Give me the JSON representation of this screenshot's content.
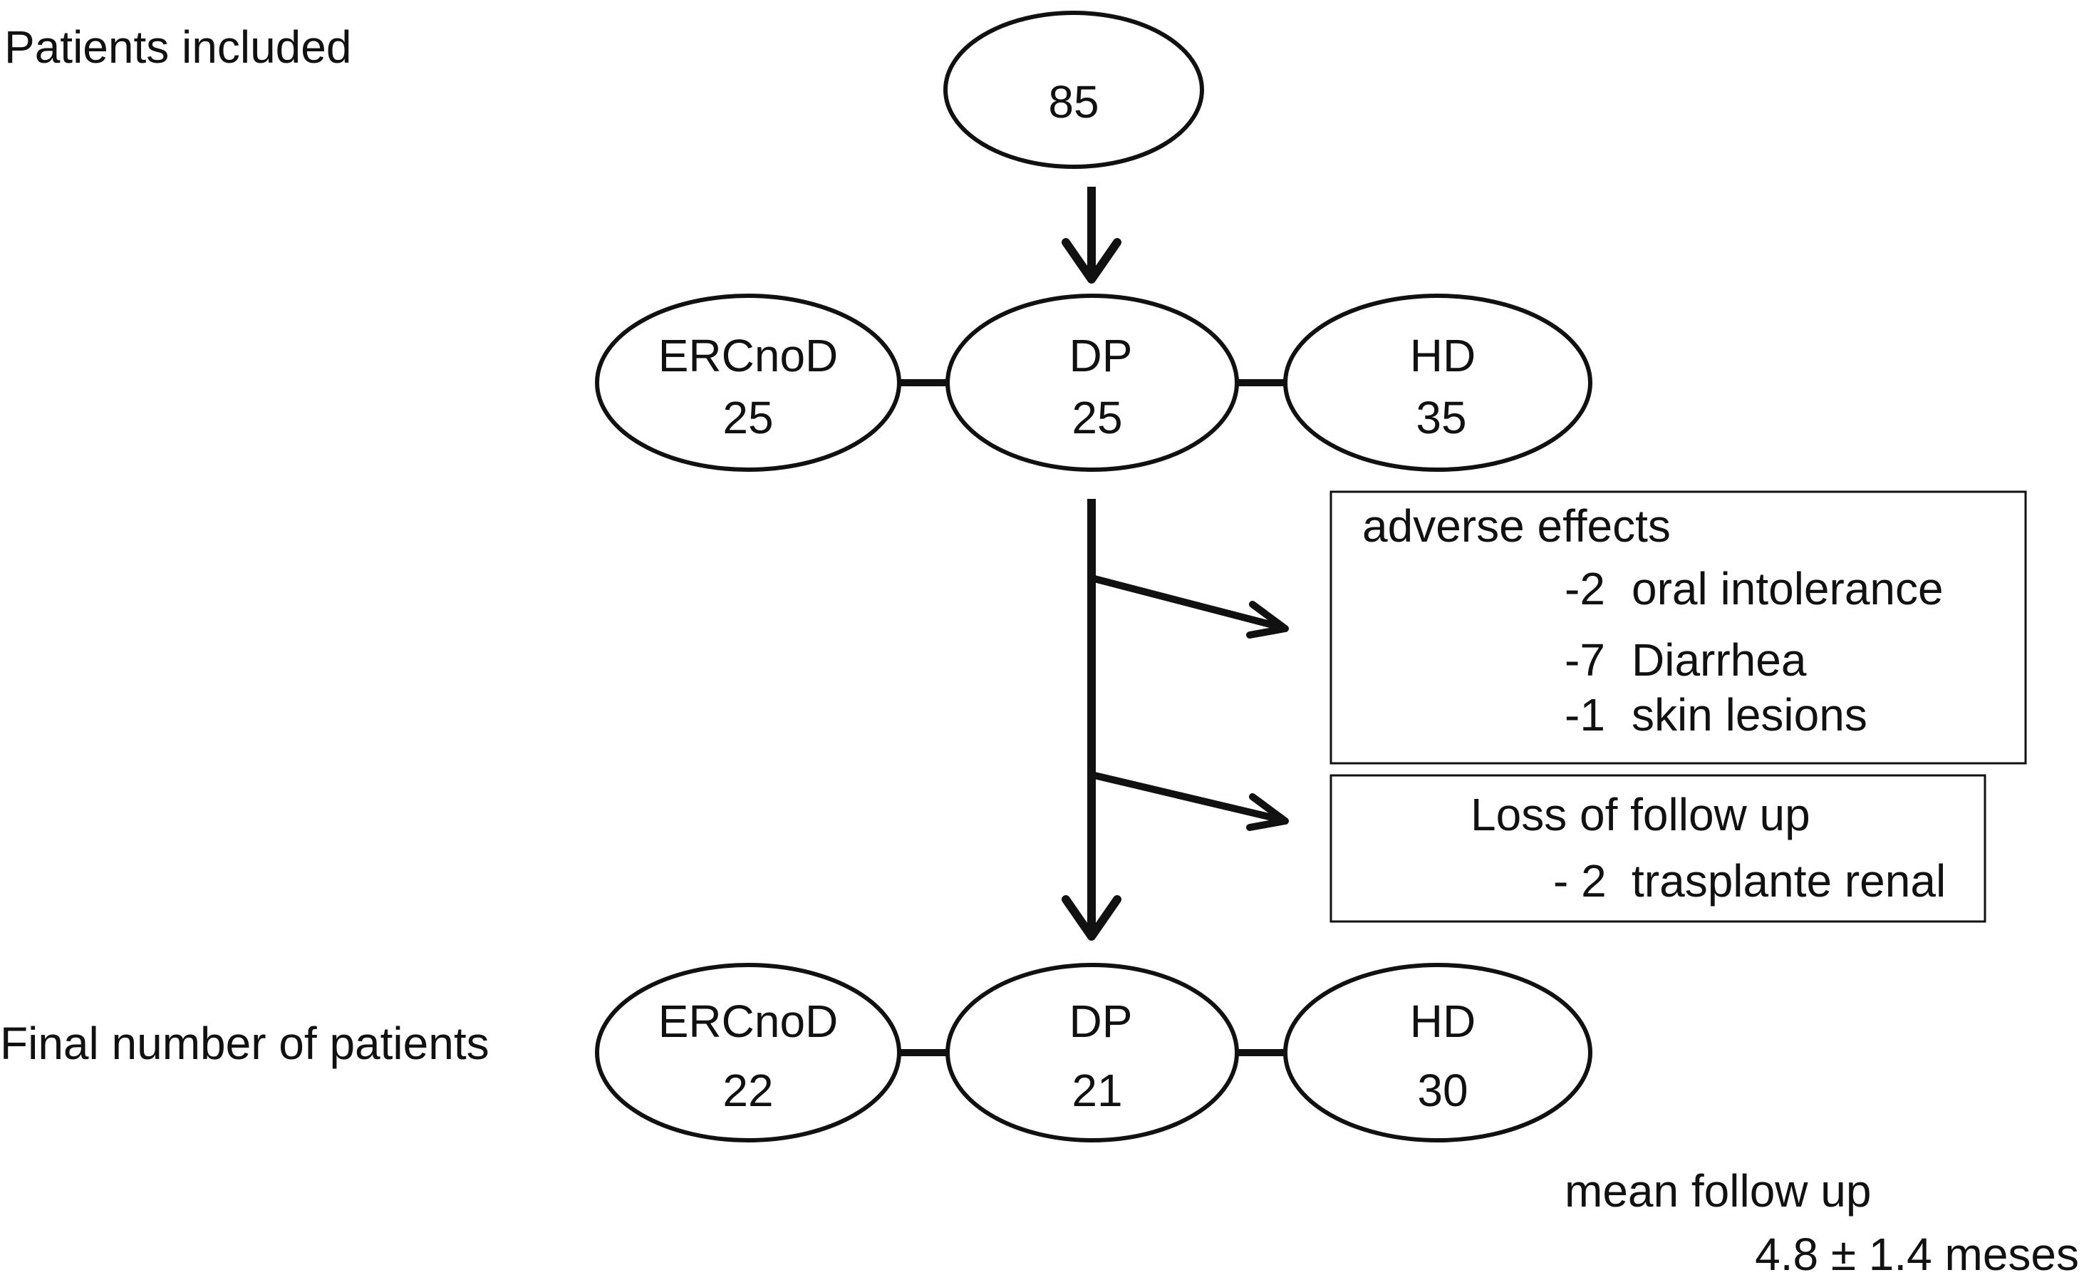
{
  "labels": {
    "patients_included": "Patients included",
    "final_number": "Final number of patients",
    "mean_follow_up_title": "mean follow up",
    "mean_follow_up_value": "4.8 ± 1.4 meses"
  },
  "nodes": {
    "top": {
      "value": "85"
    },
    "initial": [
      {
        "name": "ERCnoD",
        "value": "25"
      },
      {
        "name": "DP",
        "value": "25"
      },
      {
        "name": "HD",
        "value": "35"
      }
    ],
    "final": [
      {
        "name": "ERCnoD",
        "value": "22"
      },
      {
        "name": "DP",
        "value": "21"
      },
      {
        "name": "HD",
        "value": "30"
      }
    ]
  },
  "adverse_effects": {
    "title": "adverse effects",
    "items": [
      {
        "num": "-2",
        "text": "oral intolerance"
      },
      {
        "num": "-7",
        "text": "Diarrhea"
      },
      {
        "num": "-1",
        "text": "skin lesions"
      }
    ]
  },
  "loss_of_follow_up": {
    "title": "Loss of follow up",
    "items": [
      {
        "num": "- 2",
        "text": "trasplante renal"
      }
    ]
  },
  "colors": {
    "stroke": "#111111",
    "background": "#ffffff"
  }
}
